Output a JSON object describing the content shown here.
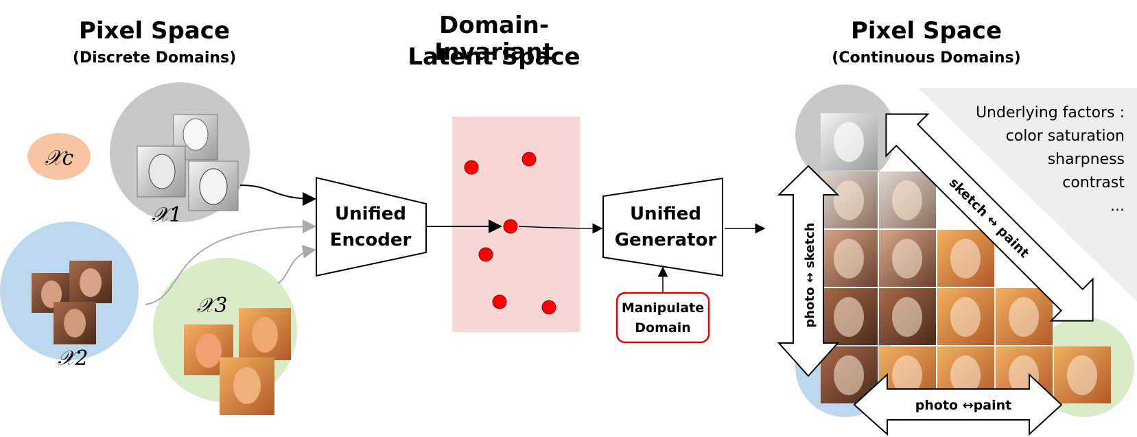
{
  "left_panel": {
    "title": "Pixel Space",
    "subtitle": "(Discrete Domains)",
    "domain_c": "𝒳c",
    "domain_1": "𝒳1",
    "domain_2": "𝒳2",
    "domain_3": "𝒳3"
  },
  "middle_panel": {
    "title_line1": "Domain-Invariant",
    "title_line2": "Latent Space"
  },
  "encoder": {
    "line1": "Unified",
    "line2": "Encoder"
  },
  "generator": {
    "line1": "Unified",
    "line2": "Generator"
  },
  "manipulate": {
    "line1": "Manipulate",
    "line2": "Domain"
  },
  "right_panel": {
    "title": "Pixel Space",
    "subtitle": "(Continuous Domains)",
    "factors": [
      "Underlying factors :",
      "color saturation",
      "sharpness",
      "contrast",
      "..."
    ],
    "arrow_vertical": "photo ↔ sketch",
    "arrow_diagonal": "sketch ↔ paint",
    "arrow_horizontal": "photo ↔paint"
  },
  "colors": {
    "gray_domain": "#c8c8c8",
    "blue_domain": "#bdd7ee",
    "green_domain": "#d9ecc7",
    "orange_domain": "#f6c5a3",
    "latent_bg": "#f9d6d6",
    "latent_point": "#ff0000",
    "manipulate_border": "#e00000"
  }
}
